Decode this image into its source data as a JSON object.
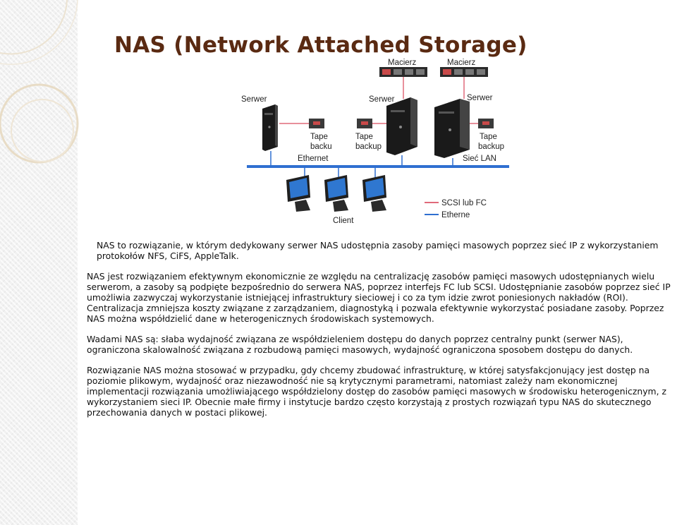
{
  "slide": {
    "title": "NAS (Network Attached Storage)"
  },
  "diagram": {
    "arrays": [
      "Macierz",
      "Macierz"
    ],
    "servers": [
      "Serwer",
      "Serwer",
      "Serwer"
    ],
    "tape_left": [
      "Tape",
      "backu"
    ],
    "tape_middle": [
      "Tape",
      "backup"
    ],
    "tape_right": [
      "Tape",
      "backup"
    ],
    "ethernet_label": "Ethernet",
    "lan_label": "Sieć LAN",
    "client_label": "Client",
    "legend": [
      {
        "label": "SCSI lub FC",
        "color": "#e06a7a"
      },
      {
        "label": "Etherne",
        "color": "#2f6fd0"
      }
    ],
    "colors": {
      "lan": "#2f6fd0",
      "scsi": "#e06a7a",
      "title": "#5a2a12"
    }
  },
  "paragraphs": [
    "NAS to rozwiązanie, w którym dedykowany serwer NAS udostępnia zasoby pamięci masowych poprzez sieć IP z wykorzystaniem protokołów NFS, CiFS, AppleTalk.",
    "NAS jest rozwiązaniem efektywnym ekonomicznie ze względu na centralizację zasobów pamięci masowych udostępnianych wielu serwerom, a zasoby są podpięte bezpośrednio do serwera NAS, poprzez interfejs FC lub SCSI. Udostępnianie zasobów poprzez sieć IP umożliwia zazwyczaj wykorzystanie istniejącej infrastruktury sieciowej i co za tym idzie zwrot poniesionych nakładów (ROI). Centralizacja zmniejsza koszty związane z zarządzaniem, diagnostyką i pozwala efektywnie wykorzystać posiadane zasoby. Poprzez NAS można współdzielić dane w heterogenicznych środowiskach systemowych.",
    "Wadami NAS są: słaba wydajność związana ze współdzieleniem dostępu do danych poprzez centralny punkt (serwer NAS), ograniczona skalowalność związana z rozbudową pamięci masowych, wydajność ograniczona sposobem dostępu do danych.",
    "Rozwiązanie NAS można stosować w przypadku, gdy chcemy zbudować infrastrukturę, w której satysfakcjonujący jest dostęp na poziomie plikowym, wydajność oraz niezawodność nie są krytycznymi parametrami, natomiast zależy nam ekonomicznej implementacji rozwiązania umożliwiającego współdzielony dostęp do zasobów pamięci masowych w środowisku heterogenicznym, z wykorzystaniem sieci IP. Obecnie małe firmy i instytucje bardzo często korzystają z prostych rozwiązań typu NAS do skutecznego przechowania danych w postaci plikowej."
  ]
}
